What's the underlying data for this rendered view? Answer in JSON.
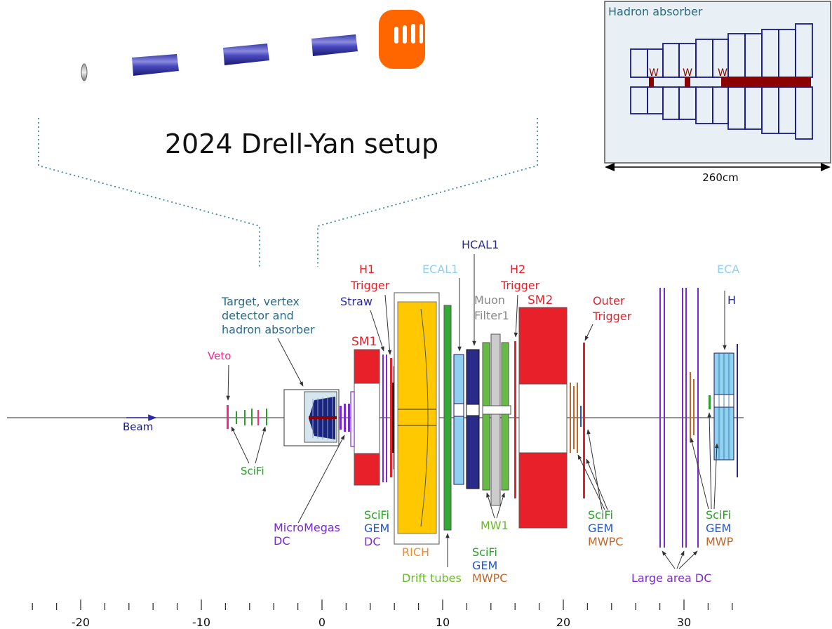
{
  "title": "2024 Drell-Yan setup",
  "inset": {
    "title": "Hadron absorber",
    "tungsten_label": "W",
    "dimension_label": "260cm"
  },
  "labels": {
    "beam": "Beam",
    "veto": "Veto",
    "scifi": "SciFi",
    "target_line1": "Target, vertex",
    "target_line2": "detector and",
    "target_line3": "hadron absorber",
    "sm1": "SM1",
    "sm2": "SM2",
    "straw": "Straw",
    "h1_line1": "H1",
    "h1_line2": "Trigger",
    "h2_line1": "H2",
    "h2_line2": "Trigger",
    "ecal1": "ECAL1",
    "hcal1": "HCAL1",
    "muon_line1": "Muon",
    "muon_line2": "Filter1",
    "outer_line1": "Outer",
    "outer_line2": "Trigger",
    "ecal2_cut": "ECA",
    "hcal2_cut": "H",
    "micromegas": "MicroMegas",
    "dc": "DC",
    "gem": "GEM",
    "mwpc": "MWPC",
    "mwpc_cut": "MWP",
    "rich": "RICH",
    "drift_tubes": "Drift tubes",
    "mw1": "MW1",
    "large_area_dc": "Large area DC"
  },
  "axis": {
    "ticks": [
      "-20",
      "-10",
      "0",
      "10",
      "20",
      "30"
    ]
  },
  "colors": {
    "target_blue": "#1a237e",
    "magnet_red": "#e8202a",
    "rich_yellow": "#ffc800",
    "calo_blue": "#8fd0f0",
    "scifi_green": "#2a9d2a",
    "gem_blue": "#2255cc",
    "mwpc_orange": "#c0662a",
    "dc_purple": "#7a2bd0",
    "veto_pink": "#ff2288",
    "drift_green": "#66bb22",
    "hcal_navy": "#2a2a88"
  }
}
